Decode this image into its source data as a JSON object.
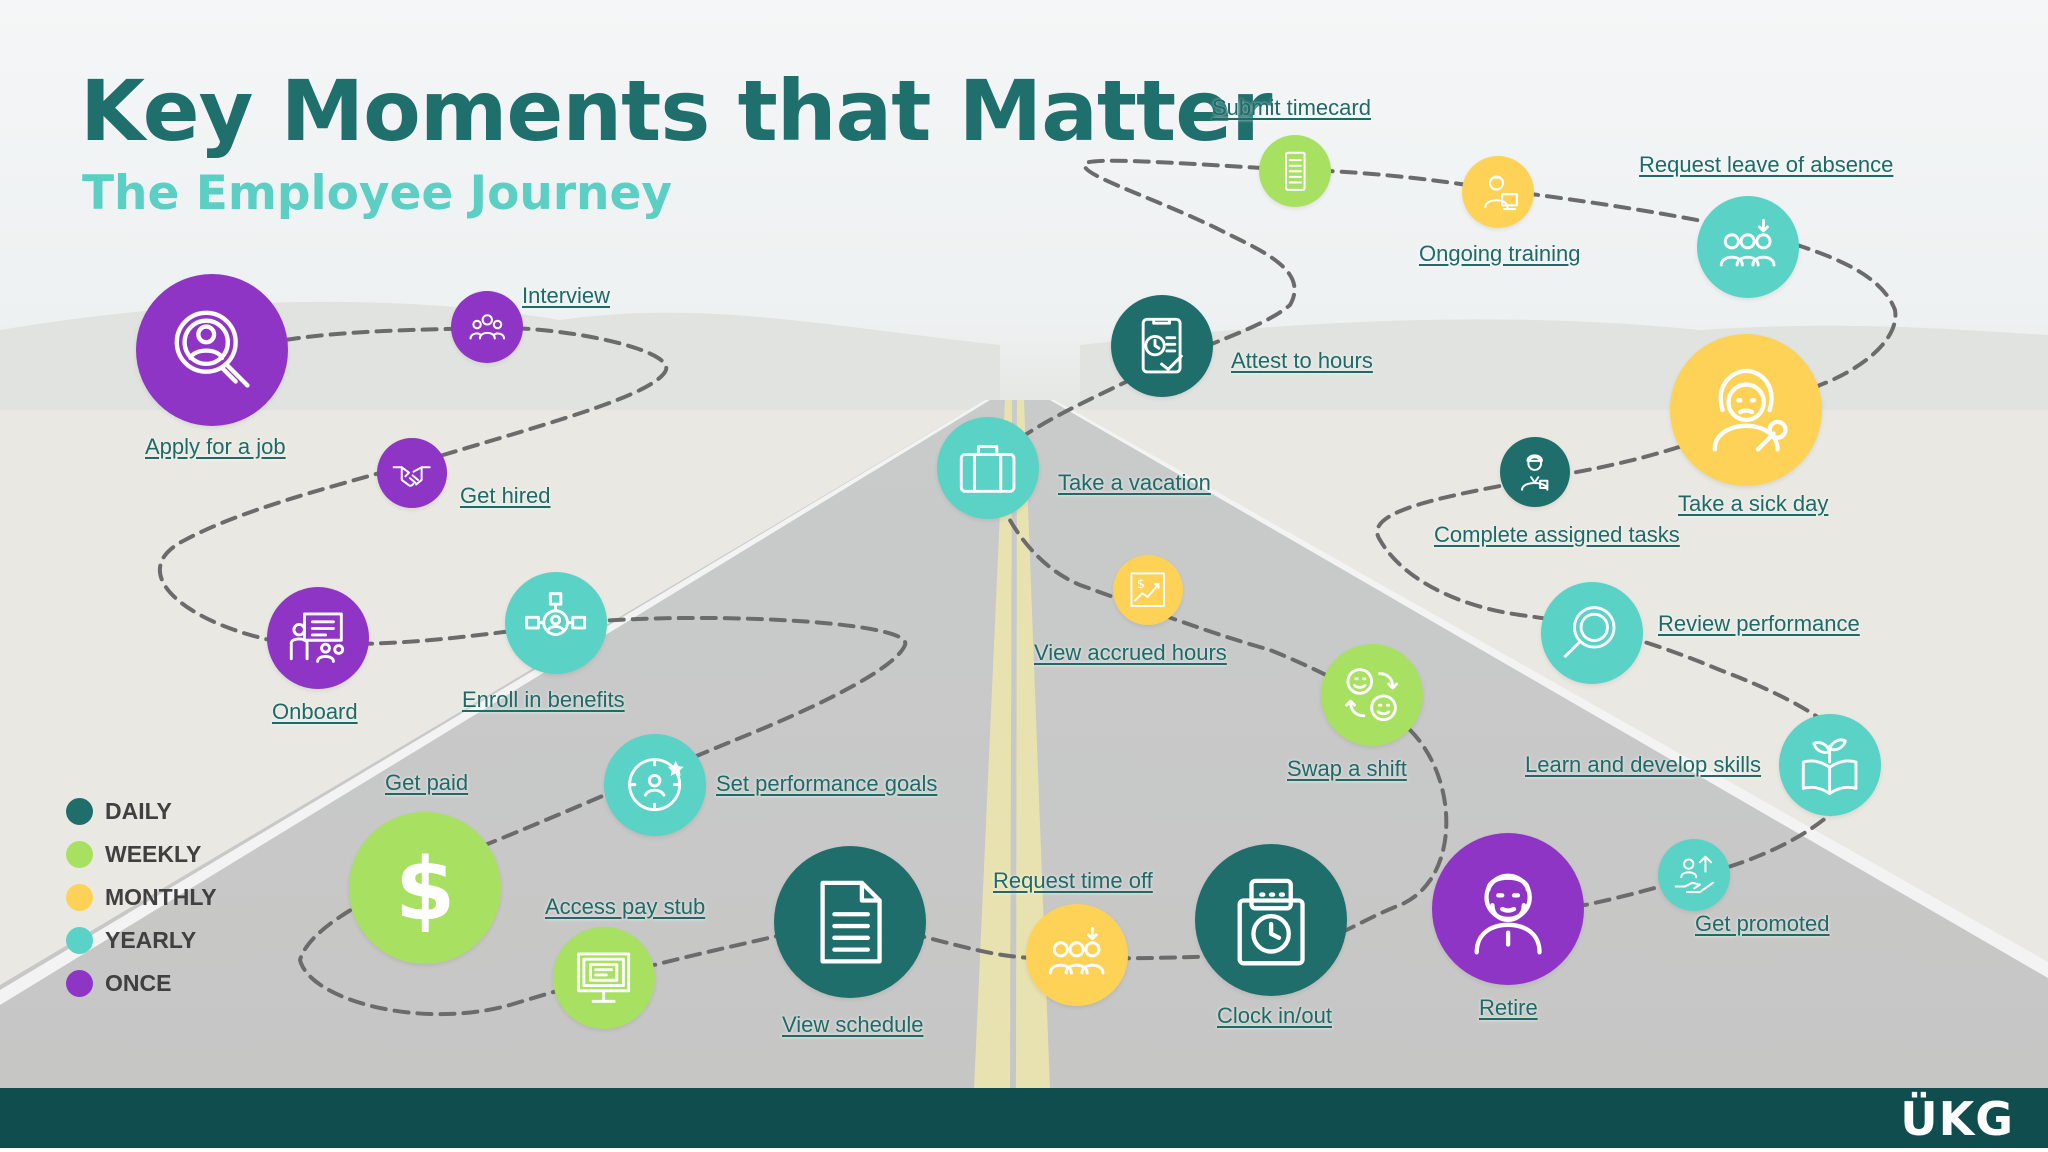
{
  "header": {
    "title": "Key Moments that Matter",
    "subtitle": "The Employee Journey"
  },
  "colors": {
    "daily": "#1f6e6b",
    "weekly": "#a8e061",
    "monthly": "#fdd257",
    "yearly": "#5ad2c6",
    "once": "#8e35c6",
    "title": "#1f6f6c",
    "subtitle": "#5ccfc4",
    "footer": "#104d4e"
  },
  "legend": [
    {
      "label": "DAILY",
      "frequency": "daily"
    },
    {
      "label": "WEEKLY",
      "frequency": "weekly"
    },
    {
      "label": "MONTHLY",
      "frequency": "monthly"
    },
    {
      "label": "YEARLY",
      "frequency": "yearly"
    },
    {
      "label": "ONCE",
      "frequency": "once"
    }
  ],
  "moments": [
    {
      "id": "apply",
      "label": "Apply for a job",
      "frequency": "once",
      "icon": "magnifier-person-icon"
    },
    {
      "id": "interview",
      "label": "Interview",
      "frequency": "once",
      "icon": "group-icon"
    },
    {
      "id": "hired",
      "label": "Get hired",
      "frequency": "once",
      "icon": "handshake-icon"
    },
    {
      "id": "onboard",
      "label": "Onboard",
      "frequency": "once",
      "icon": "presentation-icon"
    },
    {
      "id": "benefits",
      "label": "Enroll in benefits",
      "frequency": "yearly",
      "icon": "benefits-icon"
    },
    {
      "id": "goals",
      "label": "Set performance goals",
      "frequency": "yearly",
      "icon": "target-person-icon"
    },
    {
      "id": "paid",
      "label": "Get paid",
      "frequency": "weekly",
      "icon": "dollar-icon"
    },
    {
      "id": "paystub",
      "label": "Access pay stub",
      "frequency": "weekly",
      "icon": "monitor-icon"
    },
    {
      "id": "schedule",
      "label": "View schedule",
      "frequency": "daily",
      "icon": "document-icon"
    },
    {
      "id": "timeoff",
      "label": "Request time off",
      "frequency": "monthly",
      "icon": "team-request-icon"
    },
    {
      "id": "clock",
      "label": "Clock in/out",
      "frequency": "daily",
      "icon": "timeclock-icon"
    },
    {
      "id": "swap",
      "label": "Swap a shift",
      "frequency": "weekly",
      "icon": "swap-faces-icon"
    },
    {
      "id": "accrued",
      "label": "View accrued hours",
      "frequency": "monthly",
      "icon": "money-chart-icon"
    },
    {
      "id": "vacation",
      "label": "Take a vacation",
      "frequency": "yearly",
      "icon": "suitcase-icon"
    },
    {
      "id": "attest",
      "label": "Attest to hours",
      "frequency": "daily",
      "icon": "tablet-clock-icon"
    },
    {
      "id": "timecard",
      "label": "Submit timecard",
      "frequency": "weekly",
      "icon": "timecard-icon"
    },
    {
      "id": "training",
      "label": "Ongoing training",
      "frequency": "monthly",
      "icon": "trainer-icon"
    },
    {
      "id": "leave",
      "label": "Request leave of absence",
      "frequency": "yearly",
      "icon": "team-request-icon"
    },
    {
      "id": "sick",
      "label": "Take a sick day",
      "frequency": "monthly",
      "icon": "sick-person-icon"
    },
    {
      "id": "tasks",
      "label": "Complete assigned tasks",
      "frequency": "daily",
      "icon": "worker-icon"
    },
    {
      "id": "review",
      "label": "Review performance",
      "frequency": "yearly",
      "icon": "magnifier-icon"
    },
    {
      "id": "skills",
      "label": "Learn and develop skills",
      "frequency": "yearly",
      "icon": "book-plant-icon"
    },
    {
      "id": "promoted",
      "label": "Get promoted",
      "frequency": "yearly",
      "icon": "promotion-icon"
    },
    {
      "id": "retire",
      "label": "Retire",
      "frequency": "once",
      "icon": "elder-icon"
    }
  ],
  "footer": {
    "logo": "ÜKG"
  }
}
